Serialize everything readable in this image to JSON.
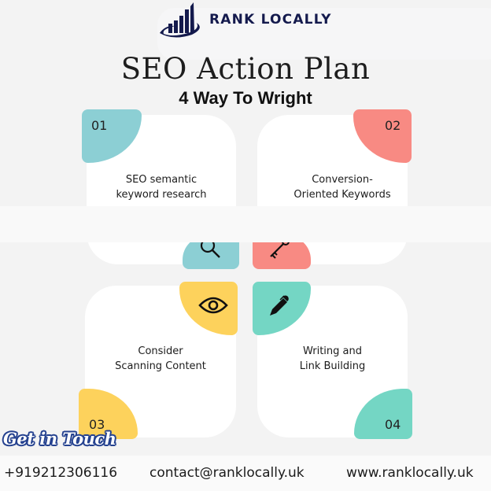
{
  "brand": {
    "name": "RANK LOCALLY",
    "logo_icon": "bar-chart-swoosh-icon",
    "color": "#141a4d"
  },
  "header": {
    "title": "SEO Action Plan",
    "subtitle": "4 Way To Wright"
  },
  "steps": [
    {
      "number": "01",
      "label_line1": "SEO semantic",
      "label_line2": "keyword  research",
      "icon": "magnifier-icon",
      "color": "#8ccfd4"
    },
    {
      "number": "02",
      "label_line1": "Conversion-",
      "label_line2": "Oriented Keywords",
      "icon": "key-icon",
      "color": "#f88a83"
    },
    {
      "number": "03",
      "label_line1": "Consider",
      "label_line2": "Scanning Content",
      "icon": "eye-icon",
      "color": "#fdd25c"
    },
    {
      "number": "04",
      "label_line1": "Writing and",
      "label_line2": "Link Building",
      "icon": "pen-icon",
      "color": "#74d6c4"
    }
  ],
  "contact": {
    "heading": "Get in Touch",
    "phone": "+919212306116",
    "email": "contact@ranklocally.uk",
    "website": "www.ranklocally.uk"
  }
}
